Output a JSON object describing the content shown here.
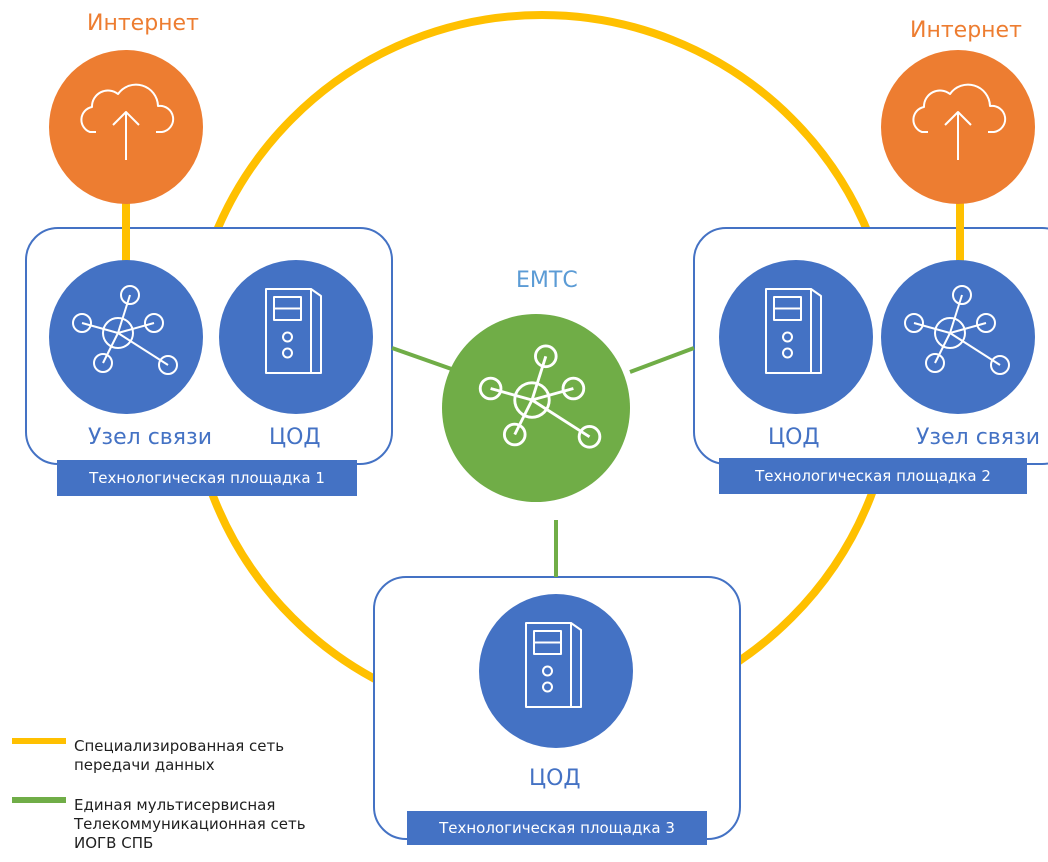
{
  "colors": {
    "spd_ring": "#FFC000",
    "emts": "#70AD47",
    "node": "#4472C4",
    "internet": "#ED7D31",
    "label_blue": "#4472C4",
    "emts_label": "#5B9BD5"
  },
  "internet": {
    "left_label": "Интернет",
    "right_label": "Интернет",
    "icon": "cloud-upload-icon"
  },
  "center": {
    "label": "ЕМТС",
    "icon": "network-hub-icon"
  },
  "sites": [
    {
      "name": "Технологическая площадка 1",
      "nodes": [
        "Узел связи",
        "ЦОД"
      ]
    },
    {
      "name": "Технологическая площадка 2",
      "nodes": [
        "ЦОД",
        "Узел связи"
      ]
    },
    {
      "name": "Технологическая площадка 3",
      "nodes": [
        "ЦОД"
      ]
    }
  ],
  "legend": [
    {
      "color": "#FFC000",
      "line1": "Специализированная сеть",
      "line2": "передачи данных",
      "line3": ""
    },
    {
      "color": "#70AD47",
      "line1": "Единая мультисервисная",
      "line2": "Телекоммуникационная сеть",
      "line3": "ИОГВ СПБ"
    }
  ]
}
